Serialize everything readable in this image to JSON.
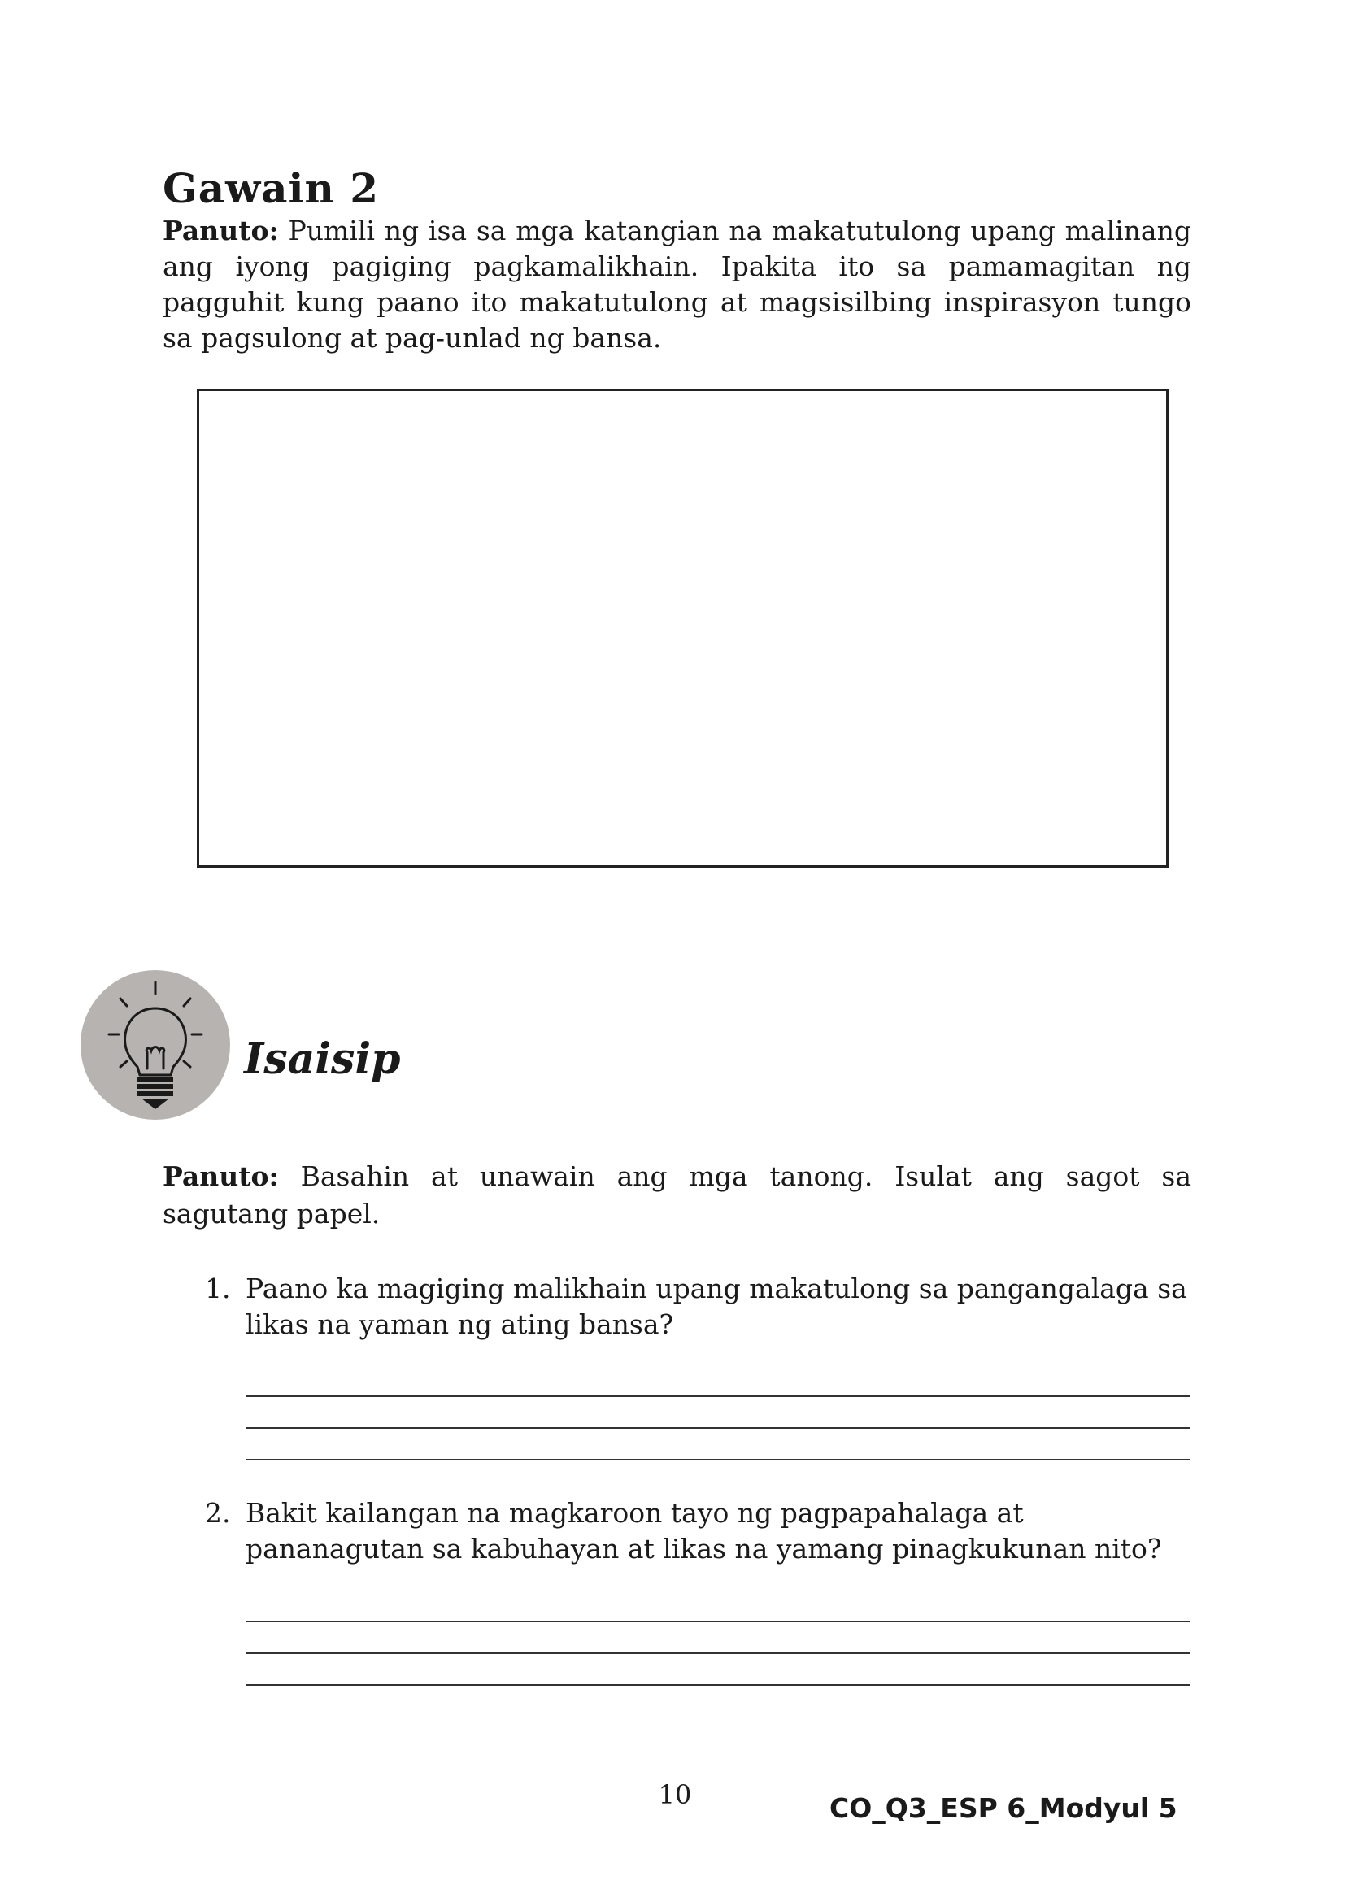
{
  "gawain": {
    "title": "Gawain 2",
    "instruction_label": "Panuto:",
    "instruction_text": " Pumili ng isa sa mga katangian na makatutulong upang malinang ang iyong pagiging pagkamalikhain. Ipakita ito sa pamamagitan ng pagguhit kung paano ito makatutulong at magsisilbing inspirasyon tungo sa pagsulong at pag-unlad ng bansa."
  },
  "isaisip": {
    "icon": "lightbulb-icon",
    "title": "Isaisip",
    "instruction_label": "Panuto:",
    "instruction_text": " Basahin at unawain ang mga tanong. Isulat ang sagot sa sagutang papel.",
    "questions": [
      {
        "number": "1.",
        "text": "Paano ka magiging malikhain upang makatulong sa pangangalaga sa likas na yaman ng ating bansa?"
      },
      {
        "number": "2.",
        "text": "Bakit kailangan na magkaroon tayo ng pagpapahalaga at pananagutan sa kabuhayan at likas na yamang pinagkukunan nito?"
      }
    ]
  },
  "footer": {
    "page_number": "10",
    "module_code": "CO_Q3_ESP 6_Modyul 5"
  }
}
